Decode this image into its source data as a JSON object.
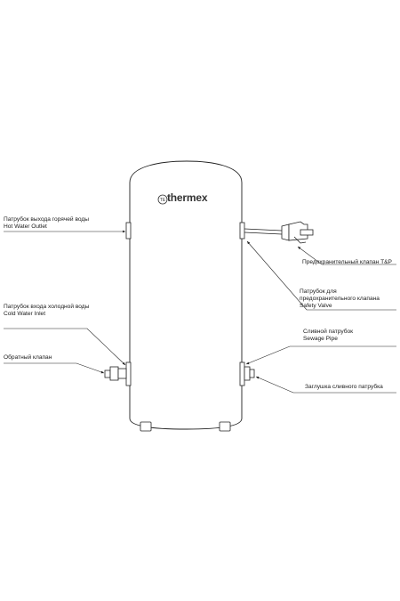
{
  "brand": {
    "name": "thermex",
    "logo_text": "TE"
  },
  "labels": {
    "hot_outlet": {
      "ru": "Патрубок выхода горячей воды",
      "en": "Hot Water Outlet"
    },
    "cold_inlet": {
      "ru": "Патрубок входа холодной воды",
      "en": "Cold Water Inlet"
    },
    "check_valve": {
      "ru": "Обратный клапан"
    },
    "tp_valve": {
      "ru": "Предохранительный клапан T&P"
    },
    "safety_pipe": {
      "ru1": "Патрубок для",
      "ru2": "предохранительного клапана",
      "en": "Safety Valve"
    },
    "drain_pipe": {
      "ru": "Сливной патрубок",
      "en": "Sewage Pipe"
    },
    "drain_plug": {
      "ru": "Заглушка сливного патрубка"
    }
  },
  "colors": {
    "line": "#222222",
    "tank_fill": "#ffffff",
    "text": "#1a1a1a"
  }
}
